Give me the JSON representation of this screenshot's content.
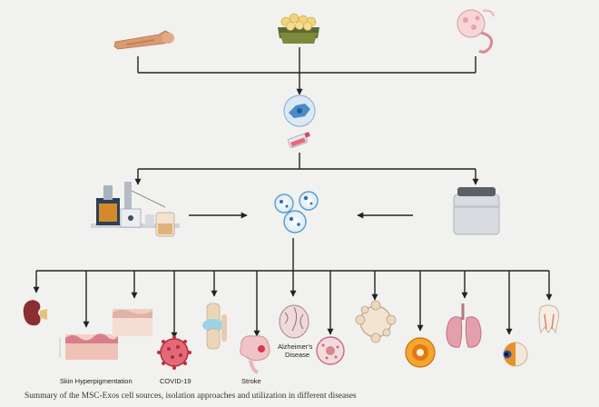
{
  "labels": {
    "skin_hyperpigmentation": "Skin Hyperpigmentation",
    "covid19": "COVID-19",
    "stroke": "Stroke",
    "alzheimers_line1": "Alzheimer's",
    "alzheimers_line2": "Disease"
  },
  "caption": "Summary of the MSC-Exos cell sources, isolation approaches and utilization in different diseases",
  "icons": {
    "sources": [
      "bone-icon",
      "adipose-tissue-icon",
      "umbilical-placenta-icon"
    ],
    "center": [
      "msc-cell-icon",
      "culture-flask-icon"
    ],
    "isolation": [
      "ultracentrifuge-equipment-icon",
      "exosomes-icon",
      "centrifuge-machine-icon"
    ],
    "diseases": [
      "kidney-icon",
      "skin-hyperpigmentation-icon",
      "skin-tissue-icon",
      "covid19-virus-icon",
      "knee-joint-icon",
      "stroke-brain-icon",
      "alzheimers-brain-icon",
      "cell-icon-1",
      "cell-icon-2",
      "eye-icon-1",
      "lungs-icon",
      "eye-icon-2",
      "tooth-icon"
    ]
  },
  "colors": {
    "line": "#222222",
    "bone": "#d99a70",
    "skin": "#e6c0b2",
    "virus": "#c0303a",
    "brain": "#ecbcc0",
    "eye": "#e58a1a",
    "cell_blue": "#5a9ccf"
  }
}
